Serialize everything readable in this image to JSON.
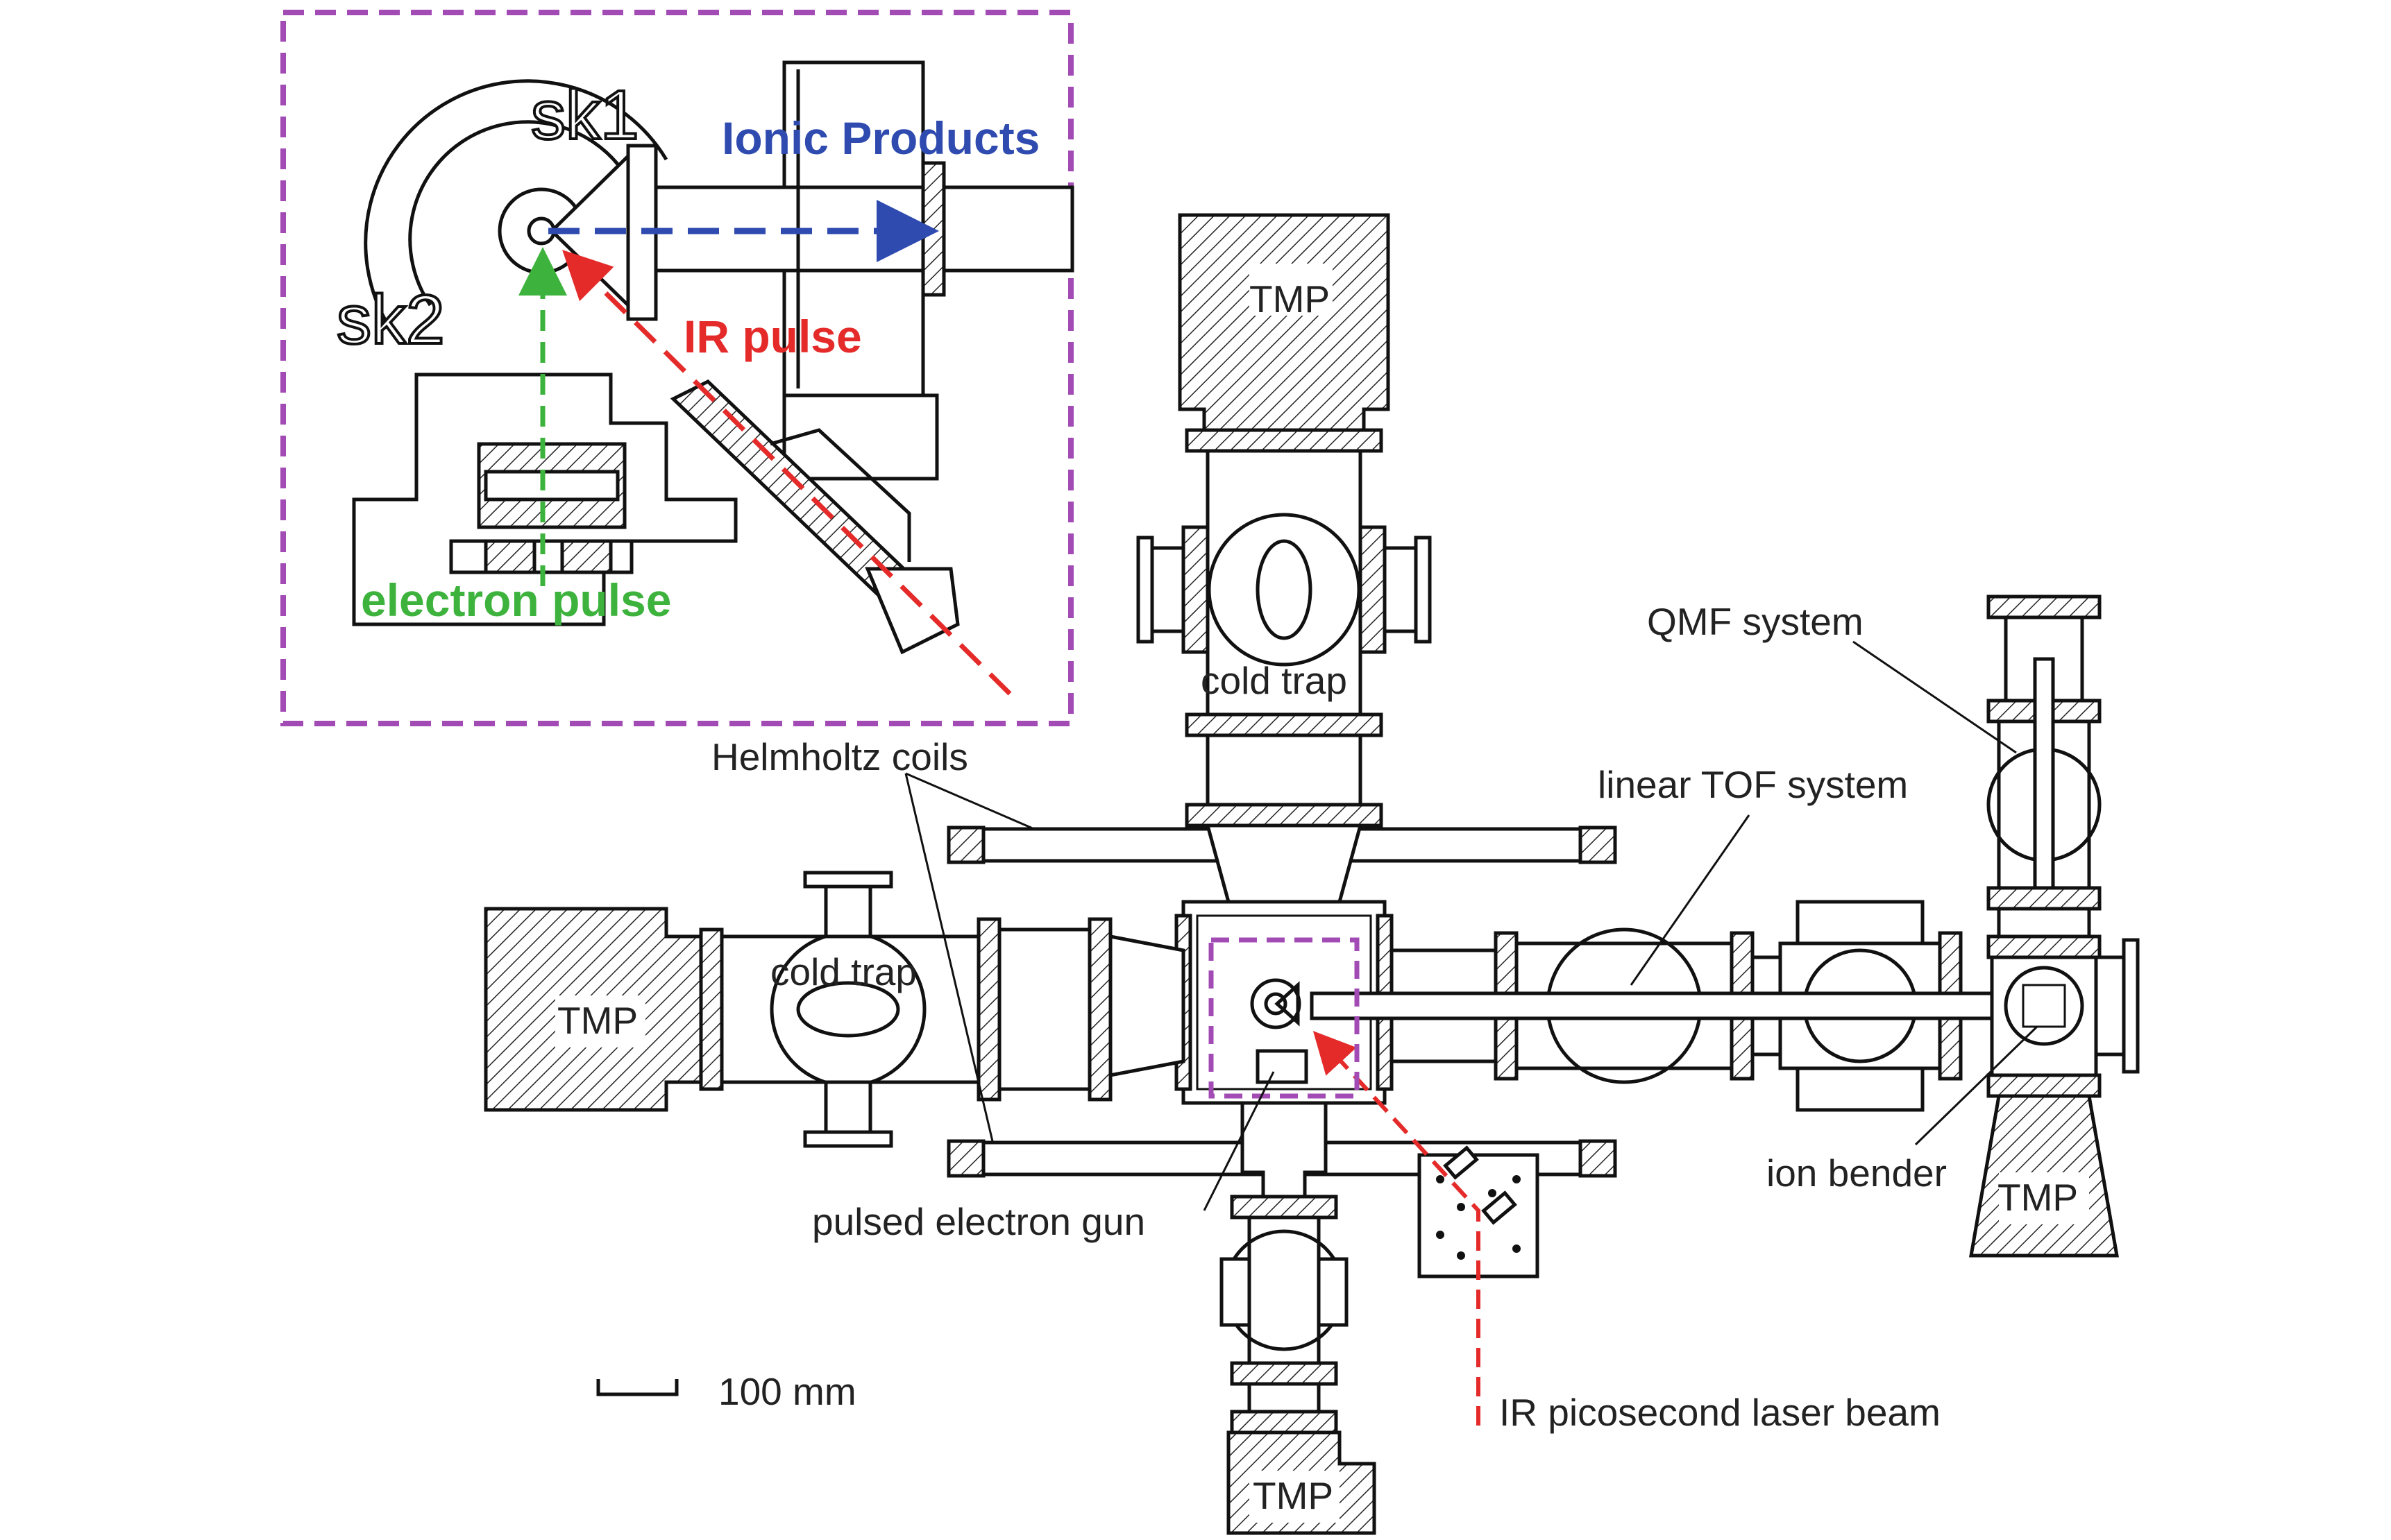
{
  "inset": {
    "sk1": "sk1",
    "sk2": "sk2",
    "ionic_products": "Ionic Products",
    "ir_pulse": "IR pulse",
    "electron_pulse": "electron pulse"
  },
  "labels": {
    "tmp_top": "TMP",
    "tmp_left": "TMP",
    "tmp_bottom": "TMP",
    "tmp_right": "TMP",
    "cold_trap_top": "cold trap",
    "cold_trap_left": "cold trap",
    "helmholtz_coils": "Helmholtz coils",
    "linear_tof_system": "linear TOF system",
    "qmf_system": "QMF system",
    "ion_bender": "ion bender",
    "pulsed_electron_gun": "pulsed electron gun",
    "ir_laser_beam": "IR picosecond laser beam"
  },
  "scale_bar": {
    "label": "100 mm"
  },
  "colors": {
    "inset_border": "#a24bb5",
    "ionic_products": "#2f4bb0",
    "ir_pulse": "#e52a2a",
    "electron_pulse": "#3db33d",
    "line": "#111111"
  }
}
